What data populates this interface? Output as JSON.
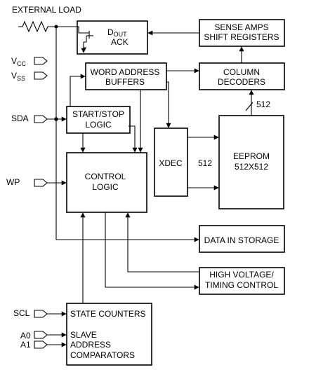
{
  "labels": {
    "external_load": "EXTERNAL LOAD",
    "dout_main": "D",
    "dout_sub": "OUT",
    "ack": "ACK",
    "sense_amps_1": "SENSE AMPS",
    "sense_amps_2": "SHIFT REGISTERS",
    "vcc_main": "V",
    "vcc_sub": "CC",
    "vss_main": "V",
    "vss_sub": "SS",
    "word_addr_1": "WORD ADDRESS",
    "word_addr_2": "BUFFERS",
    "col_dec_1": "COLUMN",
    "col_dec_2": "DECODERS",
    "bus_width": "512",
    "sda": "SDA",
    "start_stop_1": "START/STOP",
    "start_stop_2": "LOGIC",
    "xdec": "XDEC",
    "xdec_width": "512",
    "eeprom_1": "EEPROM",
    "eeprom_2": "512X512",
    "wp": "WP",
    "control_1": "CONTROL",
    "control_2": "LOGIC",
    "data_in": "DATA IN STORAGE",
    "hv_1": "HIGH VOLTAGE/",
    "hv_2": "TIMING CONTROL",
    "scl": "SCL",
    "state_counters": "STATE COUNTERS",
    "a0": "A0",
    "a1": "A1",
    "slave_1": "SLAVE",
    "slave_2": "ADDRESS",
    "slave_3": "COMPARATORS"
  }
}
